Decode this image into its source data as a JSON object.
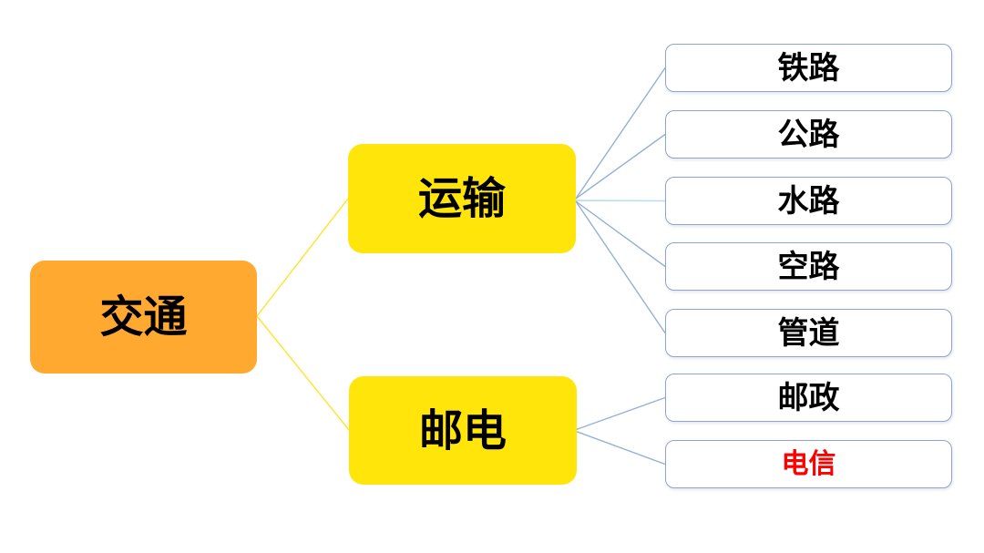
{
  "diagram": {
    "root": {
      "label": "交通"
    },
    "branches": [
      {
        "label": "运输",
        "children": [
          {
            "label": "铁路"
          },
          {
            "label": "公路"
          },
          {
            "label": "水路"
          },
          {
            "label": "空路"
          },
          {
            "label": "管道"
          }
        ]
      },
      {
        "label": "邮电",
        "children": [
          {
            "label": "邮政"
          },
          {
            "label": "电信",
            "emphasis": true
          }
        ]
      }
    ]
  },
  "colors": {
    "background": "#ffffff",
    "root_fill": "#ffa930",
    "branch_fill": "#ffe50a",
    "leaf_fill": "#ffffff",
    "leaf_border": "#8da3d0",
    "root_connector": "#ffe32a",
    "branch_connector": "#92b1d5",
    "branch_connector_light": "#b9ddf0",
    "text": "#000000",
    "emphasis_text": "#ff0000"
  }
}
